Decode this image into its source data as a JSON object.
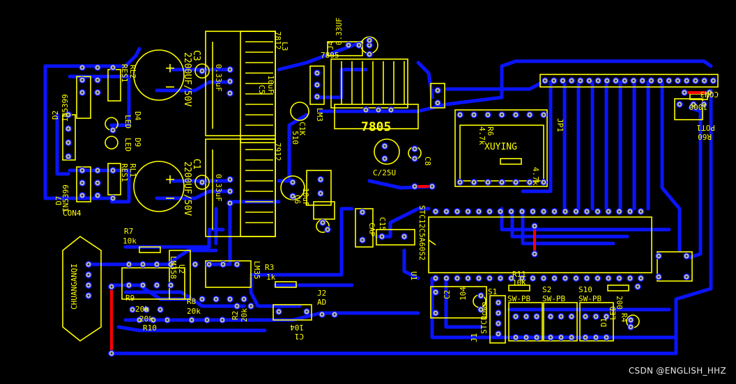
{
  "board": {
    "colors": {
      "background": "#000000",
      "copper_trace": "#0a14ff",
      "silkscreen": "#ffff00",
      "pad": "#c8c8c8",
      "jumper": "#ff0000"
    }
  },
  "labels": {
    "l3": "L3",
    "u782": "7812",
    "c3_top": "C3",
    "c3_value": "2200UF/50V",
    "c4_top": "0.33uF",
    "c5": "C5",
    "c5_val": "10uF",
    "c033uf": "0.33UF",
    "j4": "J4",
    "u7805a": "7805",
    "d2": "D2",
    "u5399_top": "IN5399",
    "r2_top": "RES1",
    "rl2": "RL2",
    "d4": "D4",
    "d9": "D9",
    "led1": "LED",
    "led2": "LED",
    "d7": "D7",
    "u5399_bot": "IN5399",
    "r_s": "RES1",
    "rl1": "RL1",
    "c1_top": "C1",
    "c1_value": "2200UF/50V",
    "c2_033": "0.33uF",
    "u7912": "7912",
    "con4": "CON4",
    "lm3": "LM3",
    "c1k": "C1K",
    "d_510": "510",
    "c6": "C6",
    "c6_val": "10uF",
    "big7805": "7805",
    "r6": "R6",
    "r6_val": "4.7k",
    "xuying": "XUYING",
    "jp1": "JP1",
    "r4k7": "4.7k",
    "con3": "CON3",
    "pot1": "POT1",
    "r60": "R60",
    "c_100": "1000",
    "c_25u": "C/25U",
    "cap": "CAP",
    "c15": "C15",
    "c_8": "C8",
    "stc": "STC12C5A60S2",
    "u1": "U1",
    "r7": "R7",
    "r7_val": "10k",
    "chuangangi": "CHUANGANQI",
    "lm358": "LM358",
    "u2": "U2",
    "r3": "R3",
    "r3_val": "1k",
    "lm35": "LM35",
    "r8": "R8",
    "r8_val": "20k",
    "r2": "R2",
    "r2_val": "20k",
    "r9": "R9",
    "r9_val": "20k",
    "r10": "R10",
    "r10_val": "20k",
    "j2": "J2",
    "ad": "AD",
    "c1": "C1",
    "c1_val": "104",
    "c2": "C2",
    "c2_val": "104",
    "stc_down": "STCDown",
    "j1": "J1",
    "r11": "R11",
    "r11_val": "10K",
    "s1": "S1",
    "s2": "S2",
    "s10": "S10",
    "swpb1": "SW-PB",
    "swpb2": "SW-PB",
    "swpb3": "SW-PB",
    "r200": "200",
    "r_r4": "R4",
    "led_e": "LED",
    "d1": "D1"
  },
  "watermark": "CSDN @ENGLISH_HHZ"
}
